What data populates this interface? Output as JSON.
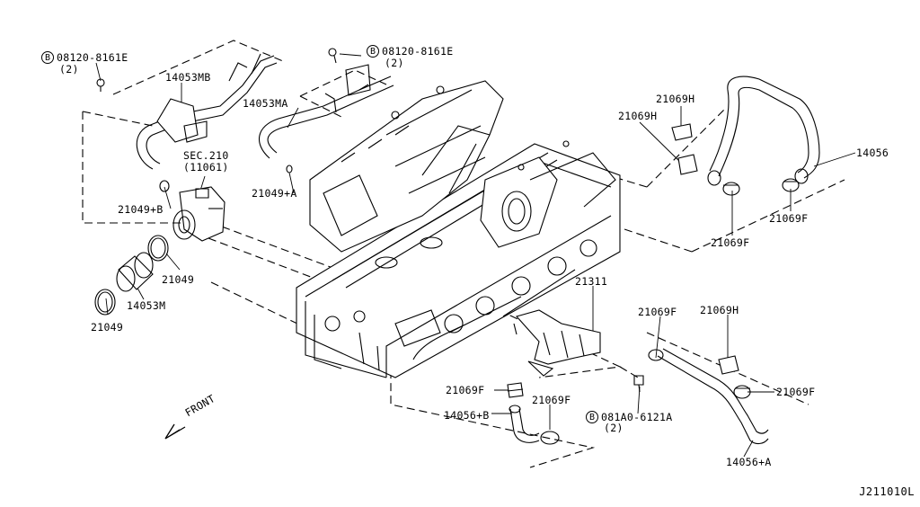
{
  "diagram": {
    "reference_code": "J211010L",
    "front_label": "FRONT",
    "bolt_symbol": "B",
    "labels": {
      "bolt_a_part": "08120-8161E",
      "bolt_a_qty": "(2)",
      "bolt_b_part": "08120-8161E",
      "bolt_b_qty": "(2)",
      "bolt_c_part": "081A0-6121A",
      "bolt_c_qty": "(2)",
      "p14053MB": "14053MB",
      "p14053MA": "14053MA",
      "sec210": "SEC.210",
      "sec210_sub": "(11061)",
      "p21049B": "21049+B",
      "p21049A": "21049+A",
      "p21049_1": "21049",
      "p21049_2": "21049",
      "p14053M": "14053M",
      "p21069H_1": "21069H",
      "p21069H_2": "21069H",
      "p21069H_3": "21069H",
      "p14056": "14056",
      "p21069F_1": "21069F",
      "p21069F_2": "21069F",
      "p21069F_3": "21069F",
      "p21069F_4": "21069F",
      "p21069F_5": "21069F",
      "p21069F_6": "21069F",
      "p21311": "21311",
      "p14056B": "14056+B",
      "p14056A": "14056+A"
    }
  }
}
